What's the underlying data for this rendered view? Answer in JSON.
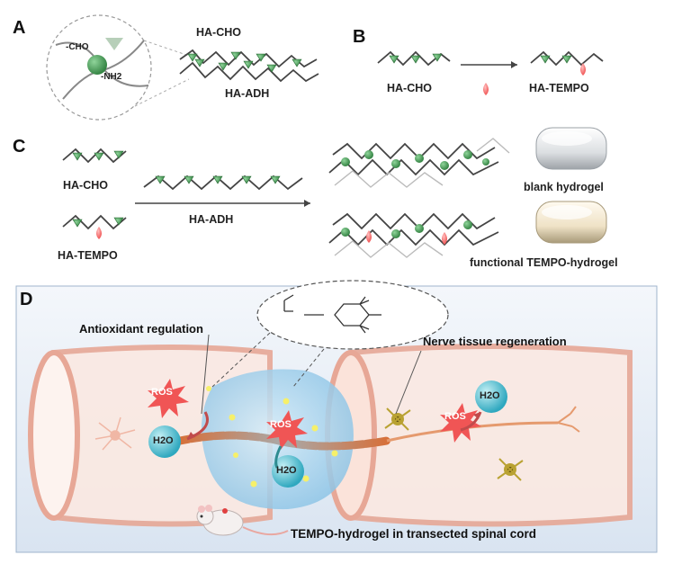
{
  "panels": {
    "a": "A",
    "b": "B",
    "c": "C",
    "d": "D"
  },
  "panel_a": {
    "aldehyde_label": "-CHO",
    "amine_label": "-NH2",
    "polymer_top": "HA-CHO",
    "polymer_bottom": "HA-ADH"
  },
  "panel_b": {
    "reactant": "HA-CHO",
    "product": "HA-TEMPO"
  },
  "panel_c": {
    "reactant_1": "HA-CHO",
    "reactant_2": "HA-TEMPO",
    "crosslinker": "HA-ADH",
    "product_1": "blank hydrogel",
    "product_2": "functional TEMPO-hydrogel"
  },
  "panel_d": {
    "antioxidant": "Antioxidant regulation",
    "regeneration": "Nerve tissue regeneration",
    "caption": "TEMPO-hydrogel in transected spinal cord",
    "ros": "ROS",
    "h2o": "H2O"
  },
  "colors": {
    "green_bead": "#3e9a4e",
    "tempo_red": "#ff6a6a",
    "panel_d_bg": "#e6eef7",
    "cord": "#f3c7b9",
    "gel": "#a8d4ee",
    "ros_star": "#f05555",
    "h2o_bubble": "#4fc0d4"
  }
}
